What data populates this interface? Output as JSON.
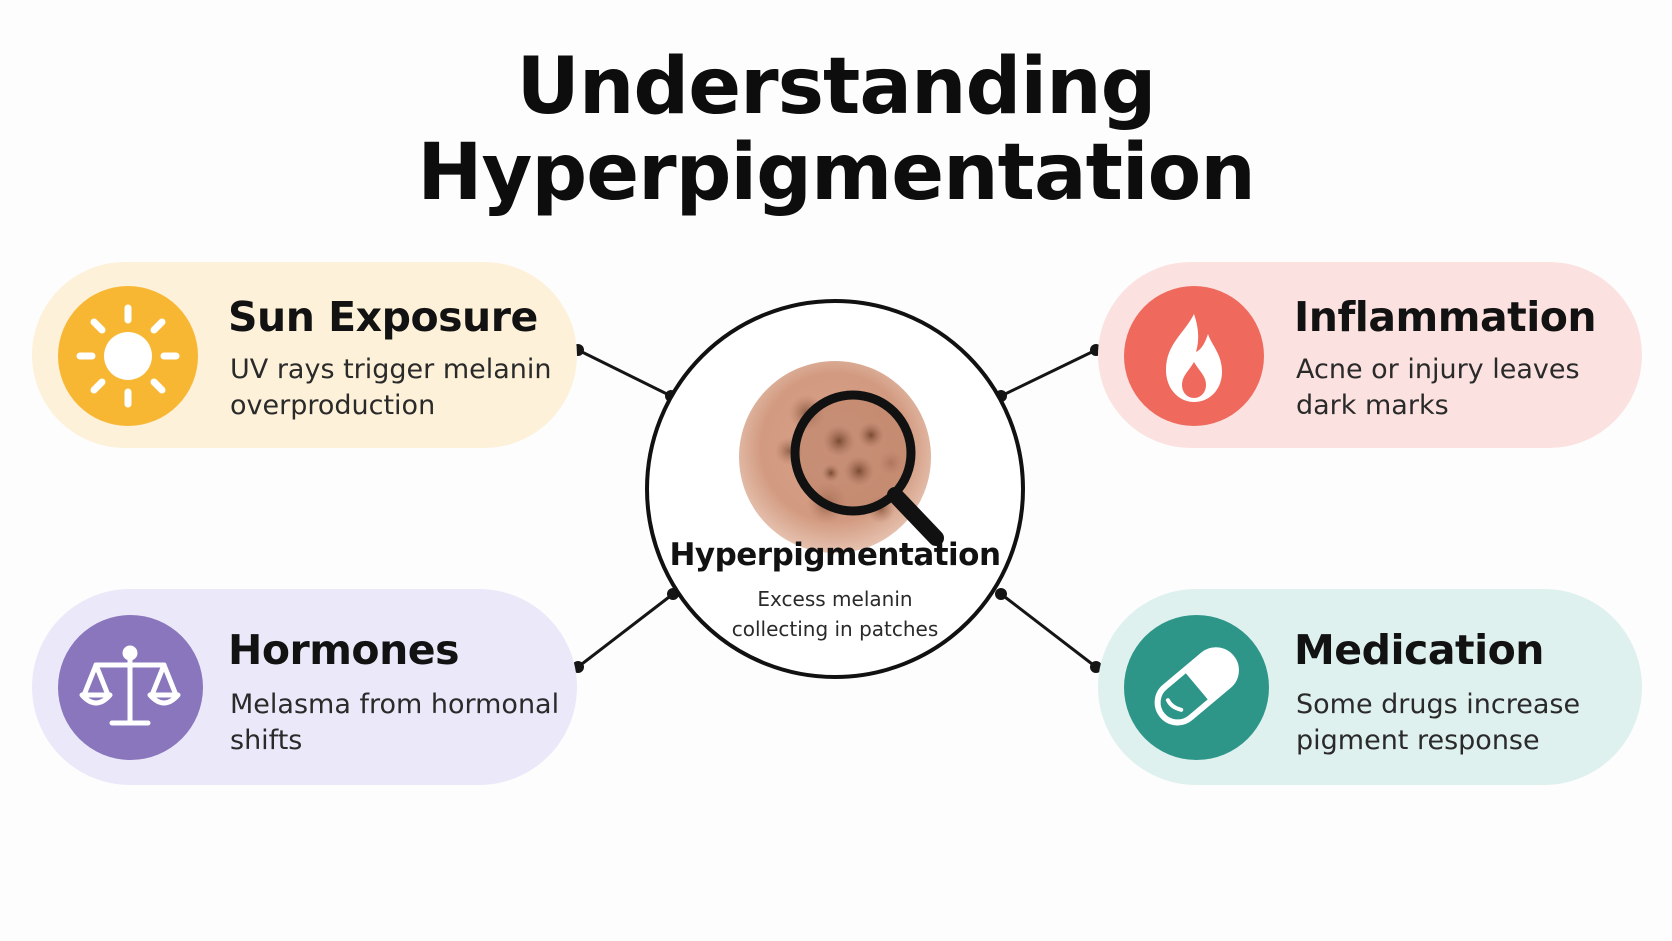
{
  "title": {
    "line1": "Understanding",
    "line2": "Hyperpigmentation"
  },
  "center": {
    "title": "Hyperpigmentation",
    "description": "Excess melanin collecting in patches",
    "icon": "magnifying-glass-icon"
  },
  "factors": [
    {
      "title": "Sun Exposure",
      "description": "UV rays trigger melanin overproduction",
      "icon": "sun-icon",
      "color": "#f7b733",
      "background": "#fdf1d9"
    },
    {
      "title": "Inflammation",
      "description": "Acne or injury leaves dark marks",
      "icon": "flame-icon",
      "color": "#ef6a5d",
      "background": "#fbe2e0"
    },
    {
      "title": "Hormones",
      "description": "Melasma from hormonal shifts",
      "icon": "balance-scale-icon",
      "color": "#8a76bd",
      "background": "#ebe9f9"
    },
    {
      "title": "Medication",
      "description": "Some drugs increase pigment response",
      "icon": "capsule-icon",
      "color": "#2e9689",
      "background": "#dff1ee"
    }
  ]
}
